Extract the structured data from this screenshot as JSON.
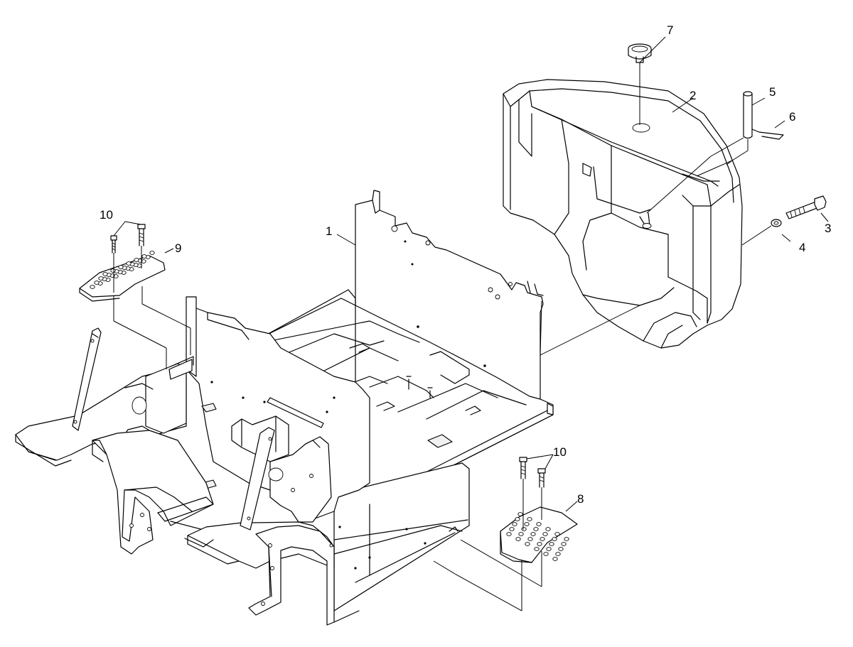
{
  "callouts": [
    {
      "id": "1",
      "label": "1"
    },
    {
      "id": "2",
      "label": "2"
    },
    {
      "id": "3",
      "label": "3"
    },
    {
      "id": "4",
      "label": "4"
    },
    {
      "id": "5",
      "label": "5"
    },
    {
      "id": "6",
      "label": "6"
    },
    {
      "id": "7",
      "label": "7"
    },
    {
      "id": "8",
      "label": "8"
    },
    {
      "id": "9",
      "label": "9"
    },
    {
      "id": "10a",
      "label": "10"
    },
    {
      "id": "10b",
      "label": "10"
    }
  ]
}
